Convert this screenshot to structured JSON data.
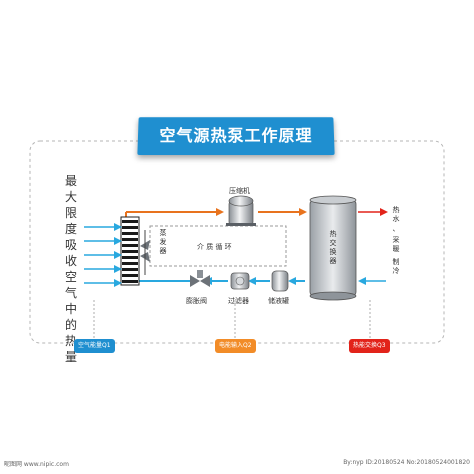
{
  "title": "空气源热泵工作原理",
  "side_text": "最大限度吸收空气中的热量",
  "components": {
    "compressor": "压缩机",
    "evaporator": "蒸发器",
    "medium_cycle": "介 质 循 环",
    "heat_exchanger": "热交换器",
    "expansion_valve": "膨胀阀",
    "filter": "过滤器",
    "receiver": "储液罐"
  },
  "outputs": {
    "hot_water": "热水",
    "heating": "采暖",
    "cooling": "制冷",
    "separator": "、"
  },
  "badges": {
    "q1": "空气能量Q1",
    "q2": "电能输入Q2",
    "q3": "热能交换Q3"
  },
  "colors": {
    "hot_pipe": "#e8731e",
    "cold_pipe": "#29a8df",
    "output_arrow": "#e2231a",
    "badge_q1": "#1f8fd0",
    "badge_q2": "#f28c28",
    "badge_q3": "#e2231a"
  },
  "footer": {
    "left": "昵图网 www.nipic.com",
    "right": "By:nyp ID:20180524 No:20180524001820"
  }
}
